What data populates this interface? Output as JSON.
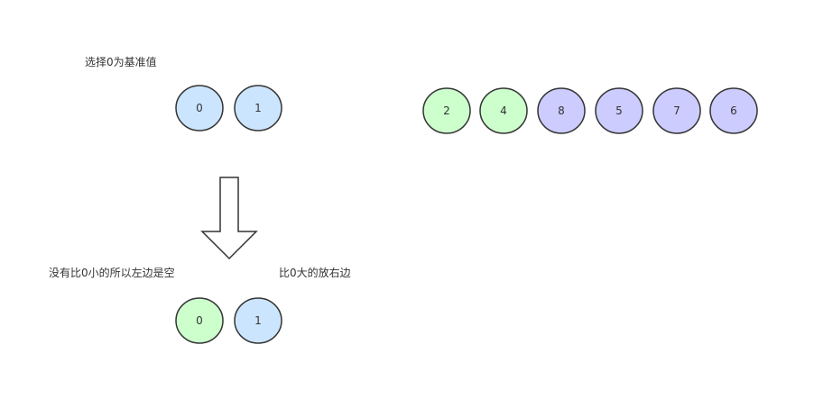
{
  "labels": {
    "pivot_note": "选择0为基准值",
    "left_empty_note": "没有比0小的所以左边是空",
    "right_note": "比0大的放右边"
  },
  "colors": {
    "blue": "#cce5ff",
    "green": "#ccffcc",
    "purple": "#ccccff",
    "stroke": "#333333"
  },
  "top_row": [
    {
      "value": "0",
      "color": "blue"
    },
    {
      "value": "1",
      "color": "blue"
    }
  ],
  "remaining_row": [
    {
      "value": "2",
      "color": "green"
    },
    {
      "value": "4",
      "color": "green"
    },
    {
      "value": "8",
      "color": "purple"
    },
    {
      "value": "5",
      "color": "purple"
    },
    {
      "value": "7",
      "color": "purple"
    },
    {
      "value": "6",
      "color": "purple"
    }
  ],
  "bottom_row": [
    {
      "value": "0",
      "color": "green"
    },
    {
      "value": "1",
      "color": "blue"
    }
  ],
  "arrow": {
    "direction": "down",
    "icon": "down-arrow-icon"
  }
}
